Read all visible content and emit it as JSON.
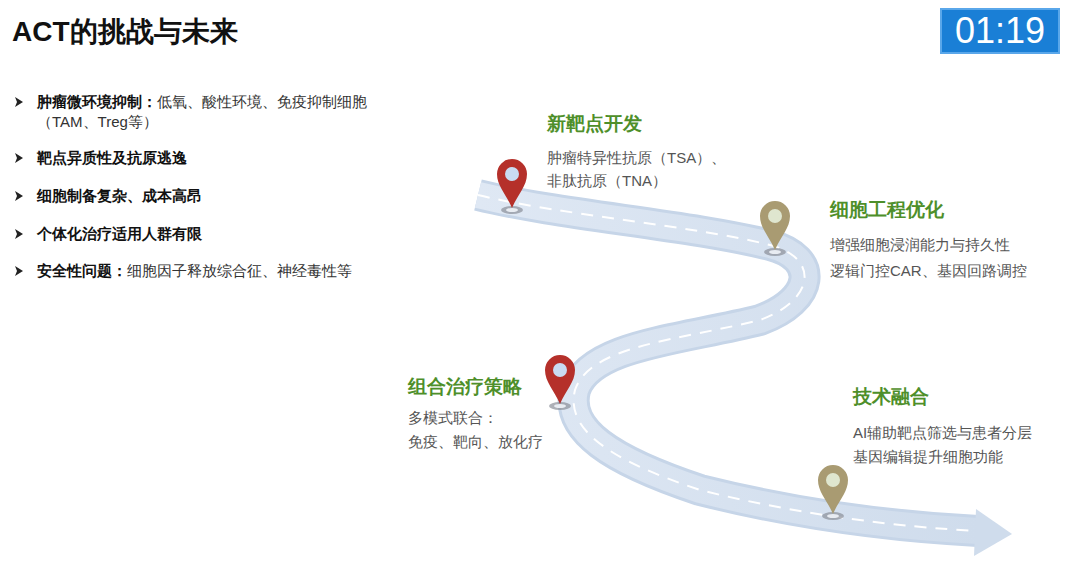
{
  "diagram": {
    "title": "ACT的挑战与未来",
    "nodes": [
      {
        "text": [
          "01:19"
        ]
      }
    ],
    "labels": [
      "肿瘤微环境抑制：",
      "低氧、酸性环境、免疫抑制细胞（TAM、Treg等）",
      "靶点异质性及抗原逃逸",
      "细胞制备复杂、成本高昂",
      "个体化治疗适用人群有限",
      "安全性问题：",
      "细胞因子释放综合征、神经毒性等",
      "新靶点开发",
      "肿瘤特异性抗原（TSA）、",
      "非肽抗原（TNA）",
      "细胞工程优化",
      "增强细胞浸润能力与持久性",
      "逻辑门控CAR、基因回路调控",
      "组合治疗策略",
      "多模式联合：",
      "免疫、靶向、放化疗",
      "技术融合",
      "AI辅助靶点筛选与患者分层",
      "基因编辑提升细胞功能"
    ]
  }
}
